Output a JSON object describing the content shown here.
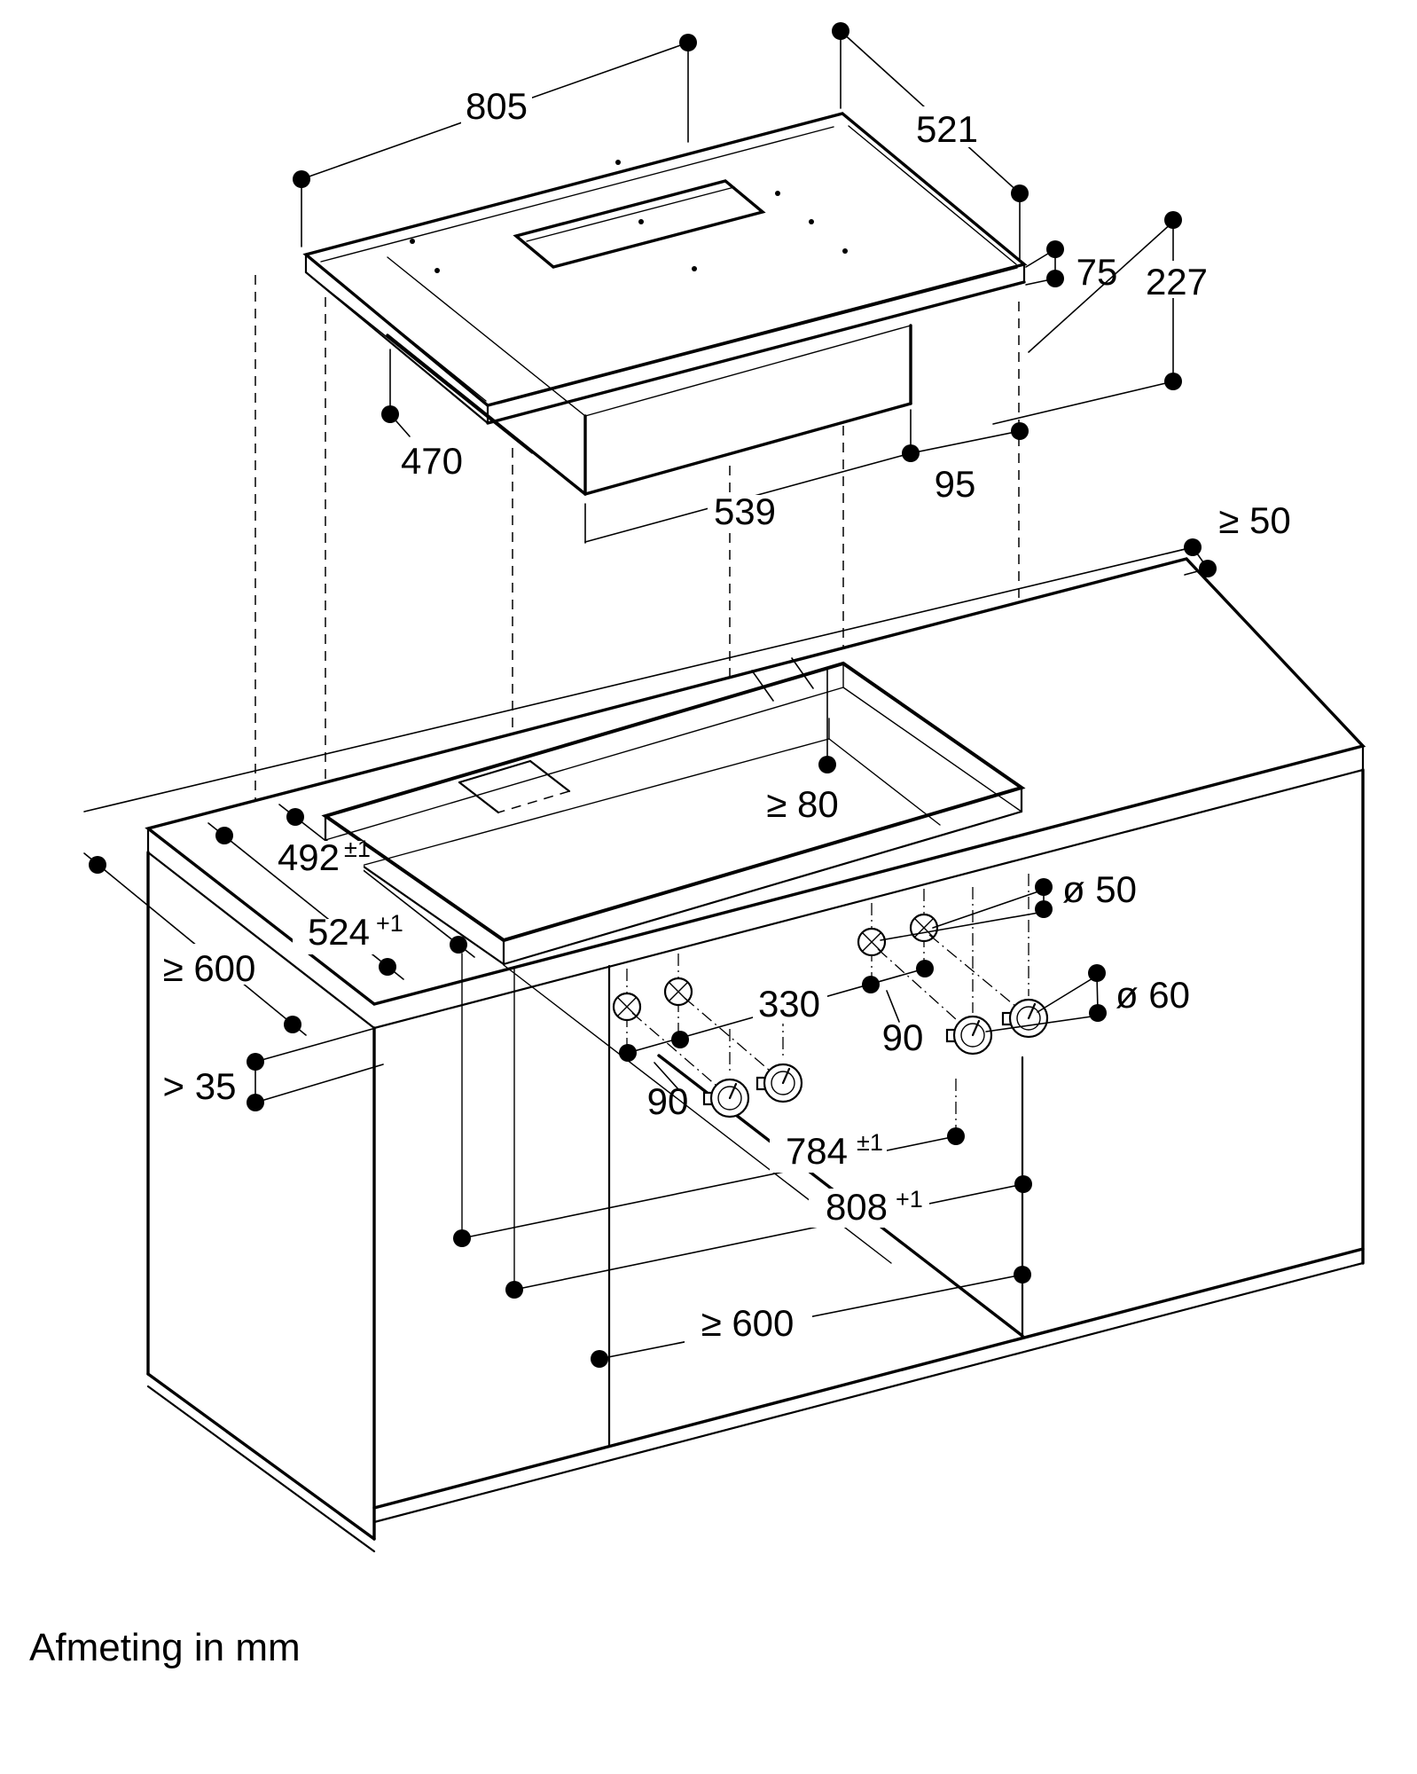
{
  "caption": "Afmeting in mm",
  "hob": {
    "width": "805",
    "depth": "521",
    "edge_height": "75",
    "total_height": "227",
    "duct_depth": "470",
    "duct_width": "539",
    "duct_offset": "95"
  },
  "worktop": {
    "rear_clearance": "≥ 50",
    "rear_gap": "≥ 80",
    "cutout_depth": "492",
    "cutout_depth_tol": "±1",
    "cutout_depth_outer": "524",
    "cutout_depth_outer_tol": "+1",
    "worktop_depth": "≥ 600",
    "front_clearance": "> 35"
  },
  "cabinet": {
    "hole_small": "ø 50",
    "hole_large": "ø 60",
    "knob_spacing_center": "330",
    "knob_spacing_right": "90",
    "knob_spacing_left": "90",
    "inner_width": "784",
    "inner_width_tol": "±1",
    "cutout_width": "808",
    "cutout_width_tol": "+1",
    "cabinet_width": "≥ 600"
  }
}
